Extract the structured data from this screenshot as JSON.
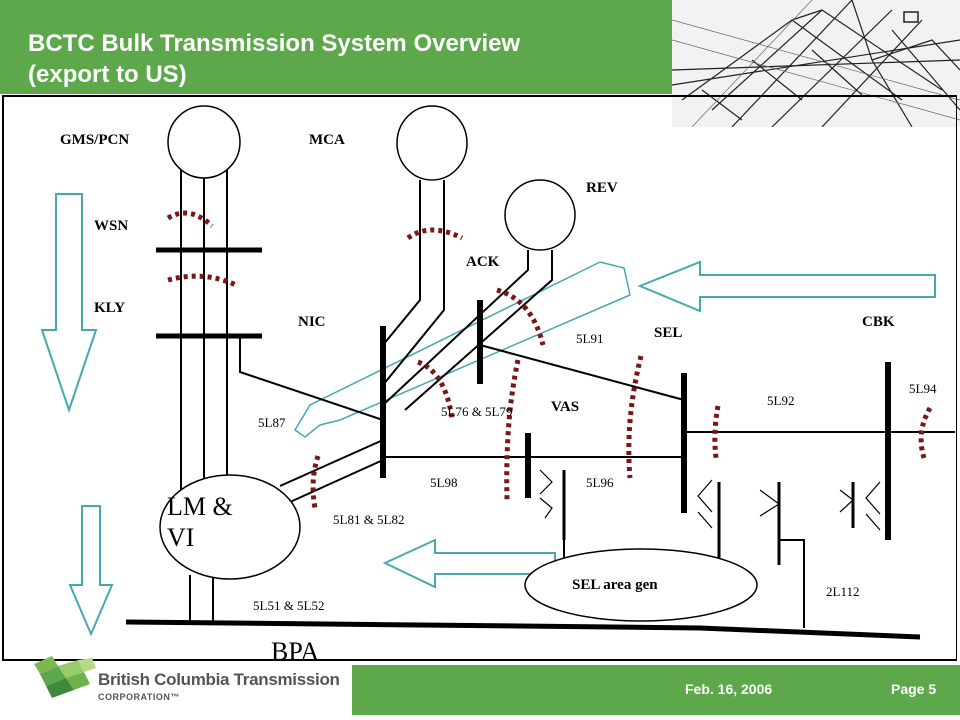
{
  "slide": {
    "title_line1": "BCTC Bulk Transmission System Overview",
    "title_line2": "(export to US)"
  },
  "labels": {
    "gms_pcn": "GMS/PCN",
    "mca": "MCA",
    "rev": "REV",
    "wsn": "WSN",
    "ack": "ACK",
    "kly": "KLY",
    "nic": "NIC",
    "sel": "SEL",
    "cbk": "CBK",
    "l5l91": "5L91",
    "l5l94": "5L94",
    "l5l92": "5L92",
    "vas": "VAS",
    "l5l87": "5L87",
    "l5l76_79": "5L76 & 5L79",
    "l5l98": "5L98",
    "l5l96": "5L96",
    "lm_vi_1": "LM &",
    "lm_vi_2": "VI",
    "l5l81_82": "5L81 & 5L82",
    "sel_area_gen": "SEL area gen",
    "l5l51_52": "5L51 & 5L52",
    "l2l112": "2L112",
    "bpa": "BPA"
  },
  "footer": {
    "date": "Feb. 16, 2006",
    "page": "Page 5",
    "company_name": "British Columbia Transmission",
    "company_sub": "CORPORATION™"
  },
  "colors": {
    "green": "#5ea84c",
    "cut_dotted": "#7a1518",
    "arrow_outline": "#48a8b0"
  }
}
